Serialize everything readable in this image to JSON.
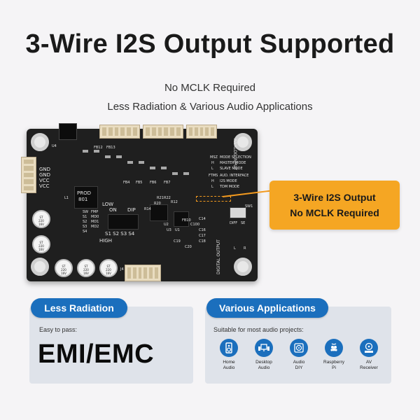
{
  "header": {
    "title": "3-Wire I2S Output Supported",
    "subtitle_1": "No MCLK Required",
    "subtitle_2": "Less Radiation & Various Audio Applications"
  },
  "callout": {
    "line1": "3-Wire I2S Output",
    "line2": "No MCLK Required",
    "color": "#f5a623"
  },
  "board": {
    "prod": "PROD",
    "prod_num": "801",
    "low": "LOW",
    "high": "HIGH",
    "gnd1": "GND",
    "gnd2": "GND",
    "vcc1": "VCC",
    "vcc2": "VCC",
    "l1": "L1",
    "u1": "U1",
    "u2": "U2",
    "u3": "U3",
    "u4": "U4",
    "sw1": "SW1",
    "j4": "J4",
    "analog_input": "ANALOG INPUT",
    "digital_output": "DIGITAL OUTPUT",
    "switches": "S1 S2 S3 S4",
    "on": "ON",
    "dip": "DIP",
    "msz": "MSZ",
    "mode_selection": "MODE SELECTION",
    "h1": "H",
    "master_mode": "MASTER MODE",
    "l_1": "L",
    "slave_mode": "SLAVE MODE",
    "ftms": "FTMS",
    "aud_interface": "AUD. INTERFACE",
    "h2": "H",
    "i2s_mode": "I2S MODE",
    "l_2": "L",
    "tdm_mode": "TDM MODE",
    "diff": "DIFF",
    "se": "SE",
    "left": "L",
    "right": "R",
    "cap_label": [
      "ST",
      "220",
      "16V"
    ],
    "fb": [
      "FB12",
      "FB13",
      "FB10",
      "FB4",
      "FB5",
      "FB6",
      "FB7"
    ],
    "r_labels": [
      "R20",
      "R14",
      "R12",
      "R22",
      "R21",
      "C100",
      "C14",
      "C16",
      "C17",
      "C18",
      "C19",
      "C20"
    ],
    "sw_table": [
      "SW",
      "FMP",
      "S1",
      "MD0",
      "S2",
      "MD1",
      "S3",
      "MD2",
      "S4"
    ]
  },
  "left_panel": {
    "pill": "Less Radiation",
    "easy_text": "Easy to pass:",
    "big_text": "EMI/EMC",
    "pill_color": "#1b6fbd"
  },
  "right_panel": {
    "pill": "Various Applications",
    "suitable_text": "Suitable for most audio projects:",
    "apps": [
      {
        "line1": "Home",
        "line2": "Audio",
        "icon": "speaker-icon"
      },
      {
        "line1": "Desktop",
        "line2": "Audio",
        "icon": "desktop-speaker-icon"
      },
      {
        "line1": "Audio",
        "line2": "DIY",
        "icon": "vinyl-speaker-icon"
      },
      {
        "line1": "Raspberry",
        "line2": "Pi",
        "icon": "raspberry-pi-icon"
      },
      {
        "line1": "AV",
        "line2": "Receiver",
        "icon": "av-receiver-icon"
      }
    ]
  }
}
